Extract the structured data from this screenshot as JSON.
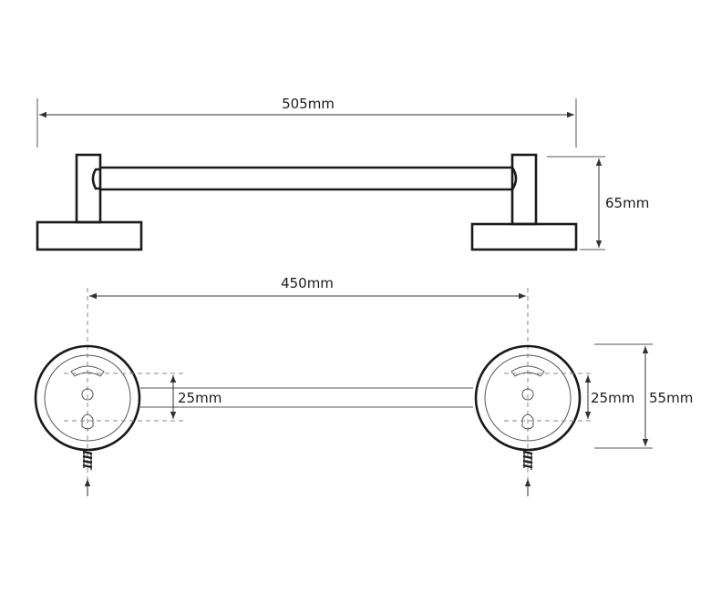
{
  "dimensions": {
    "overall_length": "505mm",
    "height": "65mm",
    "mount_spacing": "450mm",
    "hole_spacing_left": "25mm",
    "hole_spacing_right": "25mm",
    "plate_diameter": "55mm"
  }
}
